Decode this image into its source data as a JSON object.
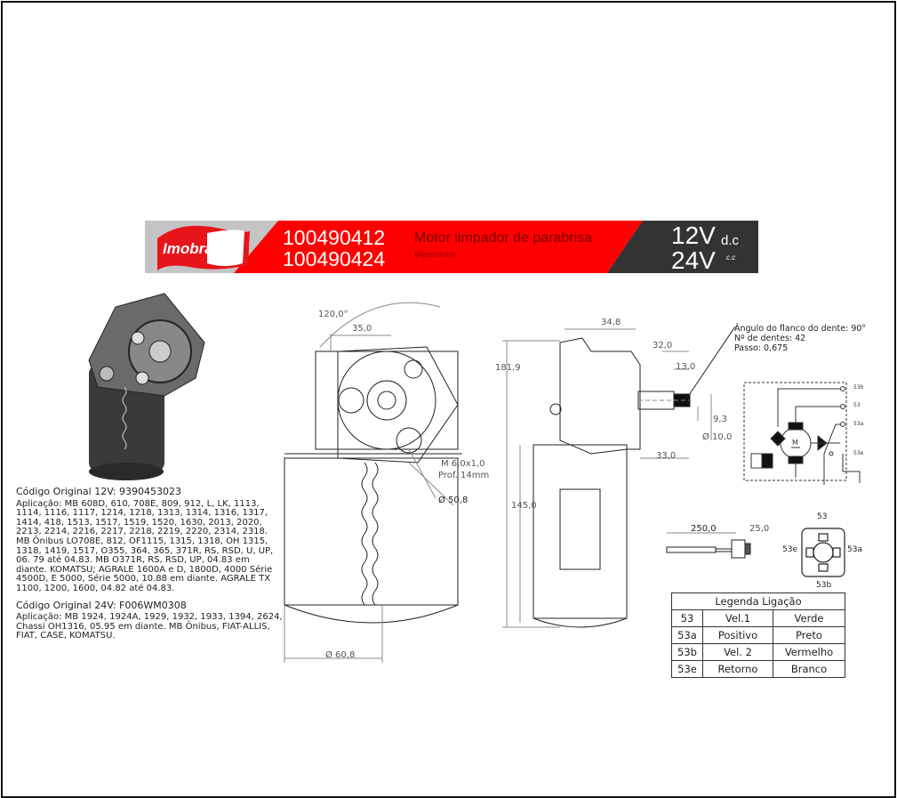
{
  "header": {
    "brand": "Imobras",
    "codes": [
      "100490412",
      "100490424"
    ],
    "title": "Motor limpador de parabrisa",
    "subtitle": "Wipermotor",
    "voltages": [
      {
        "value": "12V",
        "type": "d.c"
      },
      {
        "value": "24V",
        "type": "c.c"
      }
    ],
    "colors": {
      "red": "#ff0000",
      "dark": "#333333",
      "gray": "#c0c0c0"
    }
  },
  "info": {
    "code12_label": "Código Original 12V: 9390453023",
    "app12": "Aplicação: MB 608D, 610, 708E, 809, 912, L, LK, 1113, 1114, 1116, 1117, 1214, 1218, 1313, 1314, 1316, 1317, 1414, 418, 1513, 1517, 1519, 1520, 1630, 2013, 2020, 2213, 2214, 2216, 2217, 2218, 2219, 2220, 2314, 2318. MB Ônibus LO708E, 812, OF1115, 1315, 1318, OH 1315, 1318, 1419, 1517, O355, 364, 365, 371R, RS, RSD, U, UP, 06. 79 até 04.83. MB O371R, RS, RSD, UP, 04.83 em diante. KOMATSU; AGRALE 1600A e D, 1800D, 4000 Série 4500D, E 5000, Série 5000, 10.88 em diante. AGRALE TX 1100, 1200, 1600, 04.82 até 04.83.",
    "code24_label": "Código Original 24V: F006WM0308",
    "app24": "Aplicação: MB 1924, 1924A, 1929, 1932, 1933, 1394, 2624, Chassi OH1316, 05.95 em diante. MB Ônibus, FIAT-ALLIS, FIAT, CASE, KOMATSU."
  },
  "front_view": {
    "angle": "120,0°",
    "width_top": "35,0",
    "thread": "M 6,0x1,0",
    "depth": "Prof. 14mm",
    "gear_diameter": "Ø 50,8",
    "body_diameter": "Ø 60,8"
  },
  "side_view": {
    "d1": "34,8",
    "height_total": "181,9",
    "d2": "32,0",
    "d3": "13,0",
    "d4": "9,3",
    "shaft_diameter": "Ø 10,0",
    "d5": "33,0",
    "height_body": "145,0"
  },
  "gear_note": [
    "Ângulo do flanco do dente: 90°",
    "Nº de dentes: 42",
    "Passo: 0,675"
  ],
  "schematic": {
    "terminals": [
      "53b",
      "53",
      "53a",
      "53e"
    ],
    "motor_label": "M"
  },
  "cable": {
    "length": "250,0",
    "connector": "25,0"
  },
  "connector": {
    "top": "53",
    "left": "53e",
    "right": "53a",
    "bottom": "53b"
  },
  "legend": {
    "title": "Legenda Ligação",
    "rows": [
      [
        "53",
        "Vel.1",
        "Verde"
      ],
      [
        "53a",
        "Positivo",
        "Preto"
      ],
      [
        "53b",
        "Vel. 2",
        "Vermelho"
      ],
      [
        "53e",
        "Retorno",
        "Branco"
      ]
    ]
  }
}
